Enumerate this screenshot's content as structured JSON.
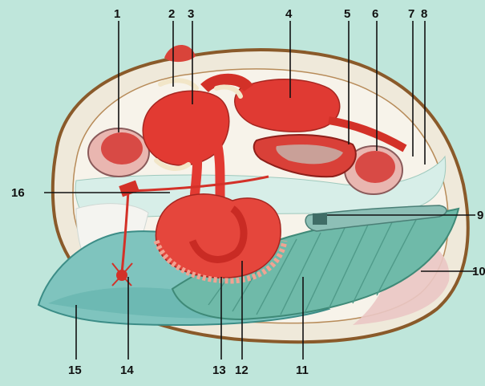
{
  "diagram": {
    "background_color": "#bfe6db",
    "labels": [
      "1",
      "2",
      "3",
      "4",
      "5",
      "6",
      "7",
      "8",
      "9",
      "10",
      "11",
      "12",
      "13",
      "14",
      "15",
      "16"
    ]
  }
}
